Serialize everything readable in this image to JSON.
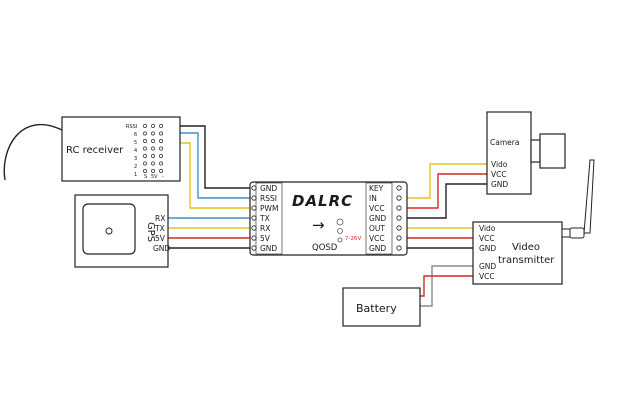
{
  "colors": {
    "black": "#222222",
    "blue": "#3b93d6",
    "yellow": "#e6c21f",
    "red": "#d62828",
    "gray": "#8a8a8a",
    "accent_red": "#d62828"
  },
  "rc_receiver": {
    "title": "RC receiver",
    "rssi_label": "RSSI",
    "channels": [
      "6",
      "5",
      "4",
      "3",
      "2",
      "1"
    ],
    "bottom_labels": [
      "S",
      "5V",
      "-"
    ]
  },
  "gps": {
    "title": "GPS",
    "pins": [
      "RX",
      "TX",
      "5V",
      "GND"
    ]
  },
  "osd": {
    "brand": "DALRC",
    "model": "QOSD",
    "arrow": "→",
    "voltage": "7-26V",
    "left_pins": [
      "GND",
      "RSSI",
      "PWM",
      "TX",
      "RX",
      "5V",
      "GND"
    ],
    "right_pins": [
      "KEY",
      "IN",
      "VCC",
      "GND",
      "OUT",
      "VCC",
      "GND"
    ]
  },
  "camera": {
    "title": "Camera",
    "pins": [
      "Vido",
      "VCC",
      "GND"
    ]
  },
  "video_transmitter": {
    "title_line1": "Video",
    "title_line2": "transmitter",
    "pins_top": [
      "Vido",
      "VCC",
      "GND"
    ],
    "pins_bottom": [
      "GND",
      "VCC"
    ]
  },
  "battery": {
    "title": "Battery"
  }
}
